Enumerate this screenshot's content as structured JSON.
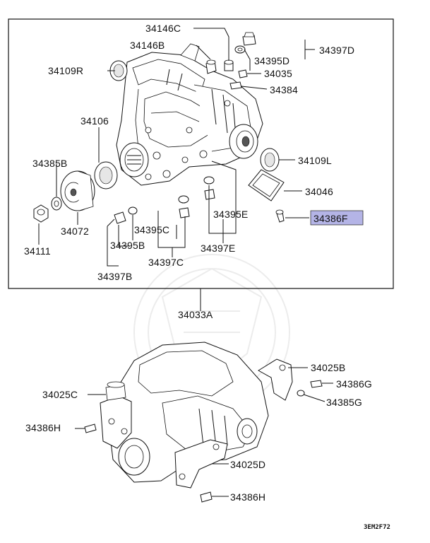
{
  "labels": {
    "p34146C": "34146C",
    "p34146B": "34146B",
    "p34395D": "34395D",
    "p34397D": "34397D",
    "p34109R": "34109R",
    "p34035": "34035",
    "p34384": "34384",
    "p34106": "34106",
    "p34109L": "34109L",
    "p34385B": "34385B",
    "p34046": "34046",
    "p34386F": "34386F",
    "p34072": "34072",
    "p34395C": "34395C",
    "p34395E": "34395E",
    "p34395B": "34395B",
    "p34111": "34111",
    "p34397E": "34397E",
    "p34397C": "34397C",
    "p34397B": "34397B",
    "p34033A": "34033A",
    "p34025B": "34025B",
    "p34025C": "34025C",
    "p34386G": "34386G",
    "p34385G": "34385G",
    "p34386H_left": "34386H",
    "p34025D": "34025D",
    "p34386H_bottom": "34386H"
  },
  "highlight": {
    "part": "34386F",
    "color": "#b4b4e6"
  },
  "diagram_code": "3EM2F72"
}
